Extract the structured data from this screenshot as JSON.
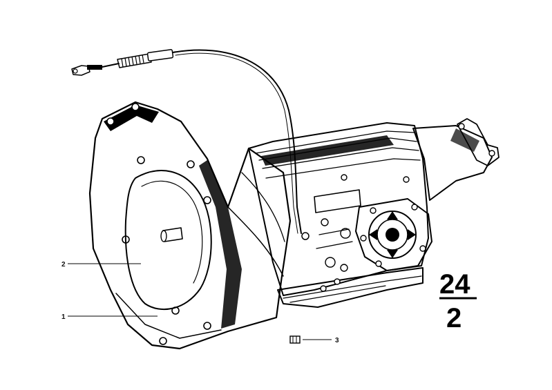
{
  "callouts": [
    {
      "label": "1",
      "part": "transmission-housing"
    },
    {
      "label": "2",
      "part": "torque-converter"
    },
    {
      "label": "3",
      "part": "small-fitting"
    }
  ],
  "section": {
    "top": "24",
    "bottom": "2"
  },
  "colors": {
    "ink": "#000000",
    "paper": "#ffffff"
  }
}
